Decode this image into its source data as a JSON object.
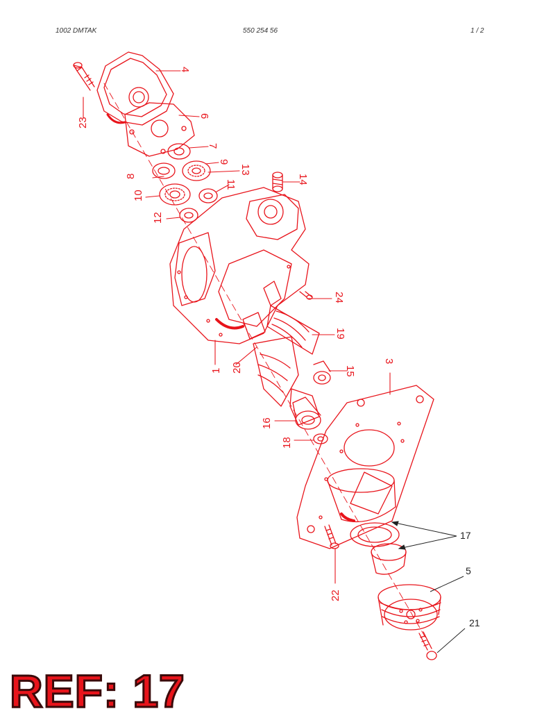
{
  "header": {
    "left": "1002 DMTAK",
    "center": "550 254 56",
    "right": "1 /   2"
  },
  "colors": {
    "drawing": "#e8141b",
    "callout": "#222222",
    "badge_text": "#e8141b",
    "badge_outline": "#3a0a0a"
  },
  "callouts_red": {
    "p1": "1",
    "p3": "3",
    "p4": "4",
    "p6": "6",
    "p7": "7",
    "p8": "8",
    "p9": "9",
    "p10": "10",
    "p11": "11",
    "p12": "12",
    "p13": "13",
    "p14": "14",
    "p15": "15",
    "p16": "16",
    "p18": "18",
    "p19": "19",
    "p20": "20",
    "p22": "22",
    "p23": "23",
    "p24": "24"
  },
  "callouts_black": {
    "p17": "17",
    "p5": "5",
    "p21": "21"
  },
  "ref_badge": "REF: 17"
}
